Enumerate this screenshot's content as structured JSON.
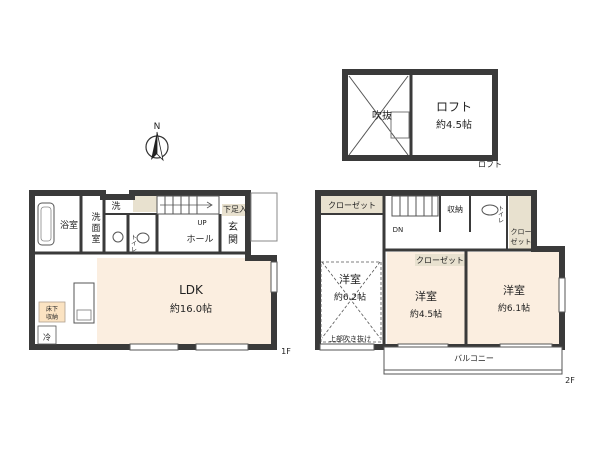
{
  "compass": {
    "north": "N"
  },
  "floors": {
    "first": "1F",
    "second": "2F",
    "loft": "ロフト"
  },
  "rooms_1f": {
    "bath": "浴室",
    "wash_l1": "洗",
    "wash_l2": "面",
    "wash_l3": "室",
    "laundry": "洗",
    "toilet": "トイレ",
    "up": "UP",
    "hall": "ホール",
    "shoe_storage": "下足入",
    "entrance_l1": "玄",
    "entrance_l2": "関",
    "ldk": "LDK",
    "ldk_size": "約16.0帖",
    "underfloor_l1": "床下",
    "underfloor_l2": "収納",
    "fridge": "冷"
  },
  "rooms_2f": {
    "closet_a": "クローゼット",
    "dn": "DN",
    "storage": "収納",
    "toilet": "トイレ",
    "closet_b_l1": "クロー",
    "closet_b_l2": "ゼット",
    "closet_c": "クローゼット",
    "room1": "洋室",
    "room1_size": "約6.2帖",
    "room2": "洋室",
    "room2_size": "約4.5帖",
    "room3": "洋室",
    "room3_size": "約6.1帖",
    "void_above": "上部吹き抜け",
    "balcony": "バルコニー"
  },
  "loft_level": {
    "void": "吹抜",
    "loft": "ロフト",
    "loft_size": "約4.5帖"
  }
}
